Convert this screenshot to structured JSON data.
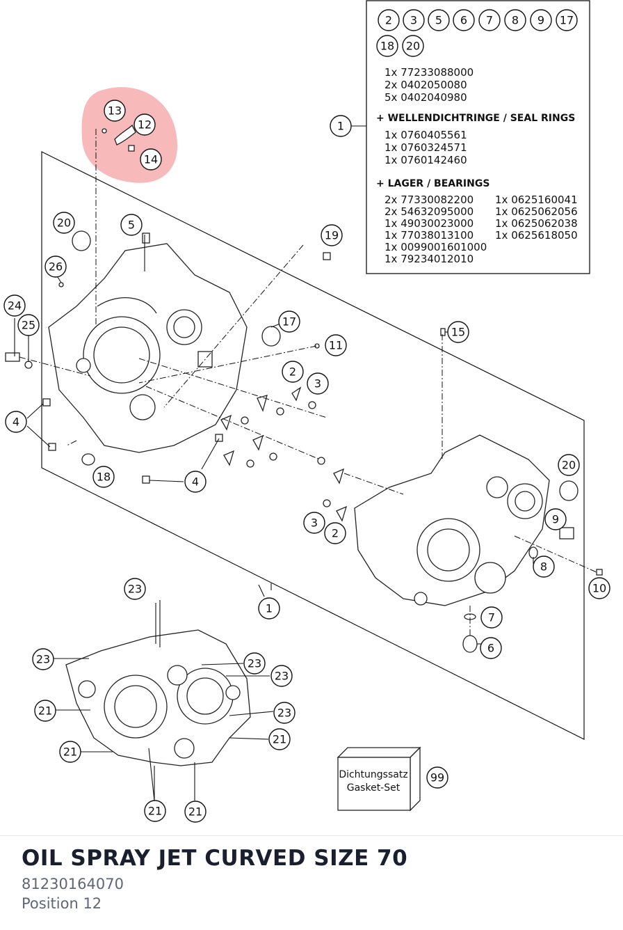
{
  "part": {
    "title": "OIL SPRAY JET CURVED SIZE 70",
    "number": "81230164070",
    "position": "Position 12"
  },
  "highlight_color": "#f08080",
  "legend": {
    "refs": [
      "2",
      "3",
      "5",
      "6",
      "7",
      "8",
      "9",
      "17",
      "18",
      "20"
    ],
    "main_lines": [
      "1x 77233088000",
      "2x 0402050080",
      "5x 0402040980"
    ],
    "seal_heading": "+ WELLENDICHTRINGE / SEAL RINGS",
    "seal_lines": [
      "1x 0760405561",
      "1x 0760324571",
      "1x 0760142460"
    ],
    "bearing_heading": "+ LAGER / BEARINGS",
    "bearing_lines_left": [
      "2x 77330082200",
      "2x 54632095000",
      "1x 49030023000",
      "1x 77038013100",
      "1x 0099001601000",
      "1x 79234012010"
    ],
    "bearing_lines_right": [
      "1x 0625160041",
      "1x 0625062056",
      "1x 0625062038",
      "1x 0625618050"
    ]
  },
  "gasket": {
    "line1": "Dichtungssatz",
    "line2": "Gasket-Set",
    "ref": "99"
  },
  "callouts": {
    "c1a": "1",
    "c1b": "1",
    "c2a": "2",
    "c2b": "2",
    "c3a": "3",
    "c3b": "3",
    "c4a": "4",
    "c4b": "4",
    "c5": "5",
    "c6": "6",
    "c7": "7",
    "c8": "8",
    "c9": "9",
    "c10": "10",
    "c11": "11",
    "c12": "12",
    "c13": "13",
    "c14": "14",
    "c15": "15",
    "c17": "17",
    "c18": "18",
    "c19": "19",
    "c20a": "20",
    "c20b": "20",
    "c21a": "21",
    "c21b": "21",
    "c21c": "21",
    "c21d": "21",
    "c21e": "21",
    "c23a": "23",
    "c23b": "23",
    "c23c": "23",
    "c23d": "23",
    "c23e": "23",
    "c24": "24",
    "c25": "25",
    "c26": "26"
  }
}
